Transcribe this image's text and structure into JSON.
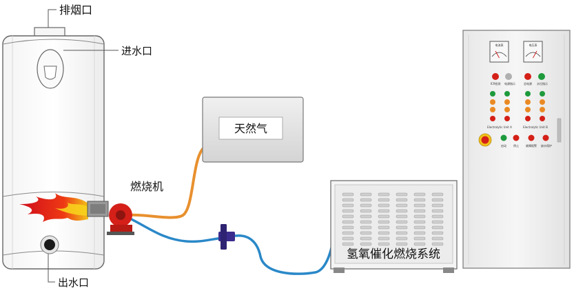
{
  "labels": {
    "chimney": "排烟口",
    "water_inlet": "进水口",
    "water_outlet": "出水口",
    "burner": "燃烧机",
    "natural_gas": "天然气",
    "hydrogen_system": "氢氧催化燃烧系统"
  },
  "control_panel": {
    "meter_left": "电流表",
    "meter_right": "电压表",
    "row1_left": "ICR检测",
    "row1_mid": "电源指示",
    "row1_right_a": "总电源",
    "row1_right_b": "水位指示",
    "left_group_caption": "Electrolytic Unit A",
    "right_group_caption": "Electrolytic Unit B",
    "btn_start": "启动",
    "btn_stop": "停止",
    "btn_fault": "故障报警",
    "btn_water": "缺水保护"
  },
  "colors": {
    "gas_line": "#e8902e",
    "water_line": "#2a88c8",
    "flame": "#e8141e",
    "burner": "#d42018",
    "connector": "#3a2c8c",
    "outline": "#5a5a5a"
  }
}
